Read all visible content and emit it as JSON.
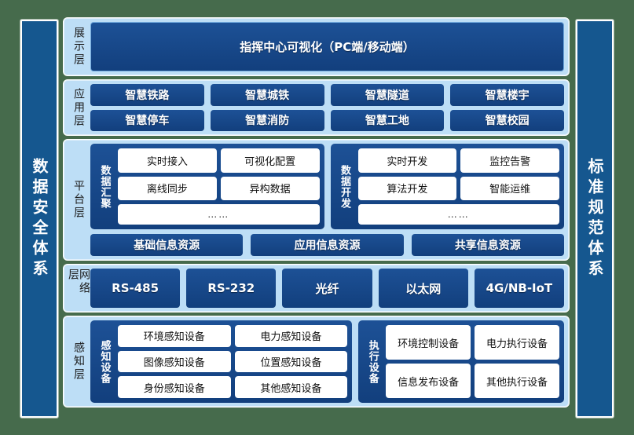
{
  "palette": {
    "page_background": "#466b4c",
    "pillar": "#15578f",
    "layer_container": "#bddef6",
    "navy_block": "#1b4d91",
    "chip": "#ffffff"
  },
  "pillars": {
    "left": "数据安全体系",
    "right": "标准规范体系"
  },
  "layers": [
    {
      "label": "展示层",
      "display_bar": "指挥中心可视化（PC端/移动端）"
    },
    {
      "label": "应用层",
      "apps": [
        "智慧铁路",
        "智慧城铁",
        "智慧隧道",
        "智慧楼宇",
        "智慧停车",
        "智慧消防",
        "智慧工地",
        "智慧校园"
      ]
    },
    {
      "label": "平台层",
      "groups": [
        {
          "title": "数据汇聚",
          "items": [
            "实时接入",
            "可视化配置",
            "离线同步",
            "异构数据"
          ],
          "more": "……"
        },
        {
          "title": "数据开发",
          "items": [
            "实时开发",
            "监控告警",
            "算法开发",
            "智能运维"
          ],
          "more": "……"
        }
      ],
      "resources": [
        "基础信息资源",
        "应用信息资源",
        "共享信息资源"
      ]
    },
    {
      "label": "网络层",
      "networks": [
        "RS-485",
        "RS-232",
        "光纤",
        "以太网",
        "4G/NB-IoT"
      ]
    },
    {
      "label": "感知层",
      "groups": [
        {
          "title": "感知设备",
          "items": [
            "环境感知设备",
            "电力感知设备",
            "图像感知设备",
            "位置感知设备",
            "身份感知设备",
            "其他感知设备"
          ]
        },
        {
          "title": "执行设备",
          "items": [
            "环境控制设备",
            "电力执行设备",
            "信息发布设备",
            "其他执行设备"
          ]
        }
      ]
    }
  ]
}
